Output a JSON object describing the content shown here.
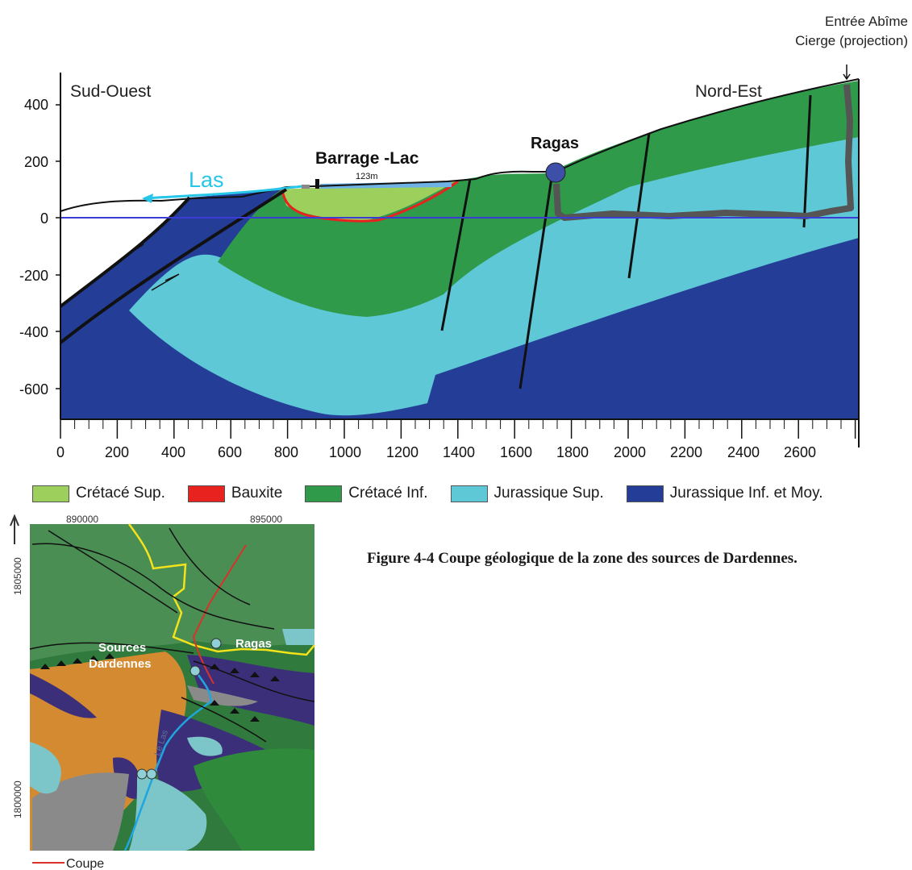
{
  "section": {
    "y_ticks": [
      "400",
      "200",
      "0",
      "-200",
      "-400",
      "-600"
    ],
    "x_ticks": [
      "0",
      "200",
      "400",
      "600",
      "800",
      "1000",
      "1200",
      "1400",
      "1600",
      "1800",
      "2000",
      "2200",
      "2400",
      "2600"
    ],
    "label_sw": "Sud-Ouest",
    "label_ne": "Nord-Est",
    "river": "Las",
    "dam": "Barrage -Lac",
    "dam_width": "123m",
    "ragas": "Ragas",
    "abime_line1": "Entrée Abîme",
    "abime_line2": "Cierge (projection)"
  },
  "legend": [
    {
      "label": "Crétacé Sup.",
      "color": "#9dcf5d"
    },
    {
      "label": "Bauxite",
      "color": "#e8221f"
    },
    {
      "label": "Crétacé Inf.",
      "color": "#2f9a4a"
    },
    {
      "label": "Jurassique Sup.",
      "color": "#5ec8d6"
    },
    {
      "label": "Jurassique Inf. et Moy.",
      "color": "#243e97"
    }
  ],
  "map": {
    "x_tick_1": "890000",
    "x_tick_2": "895000",
    "y_tick_1": "1805000",
    "y_tick_2": "1800000",
    "sources_line1": "Sources",
    "sources_line2": "Dardennes",
    "ragas": "Ragas",
    "river": "Le Las",
    "coupe": "Coupe"
  },
  "caption": "Figure 4-4 Coupe géologique de la zone des sources de Dardennes."
}
